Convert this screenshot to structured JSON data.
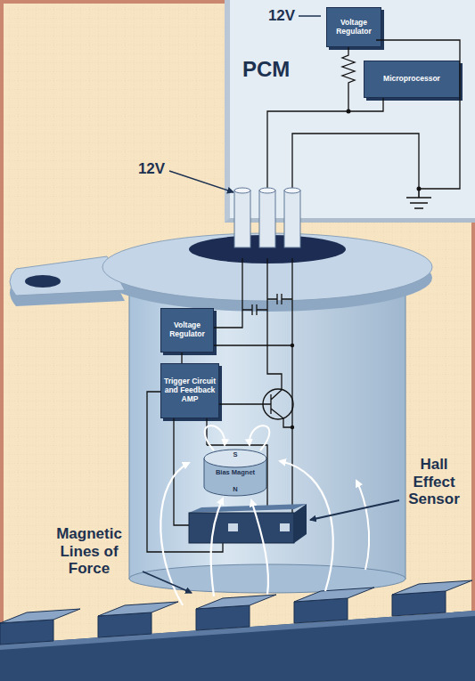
{
  "diagram": {
    "nodes": [
      {
        "text": [
          "PCM"
        ]
      },
      {
        "text": [
          "Voltage Regulator"
        ],
        "in": 0
      },
      {
        "text": [
          "Microprocessor"
        ],
        "in": 0
      },
      {
        "text": [
          "Voltage Regulator"
        ]
      },
      {
        "text": [
          "Trigger Circuit and Feedback AMP"
        ]
      },
      {
        "text": [
          "S",
          "Bias Magnet",
          "N"
        ]
      }
    ],
    "edges": [
      {
        "from": 3,
        "to": 4,
        "arrow": "none"
      }
    ],
    "labels": [
      "12V",
      "12V",
      "Hall Effect Sensor",
      "Magnetic Lines of Force"
    ]
  }
}
